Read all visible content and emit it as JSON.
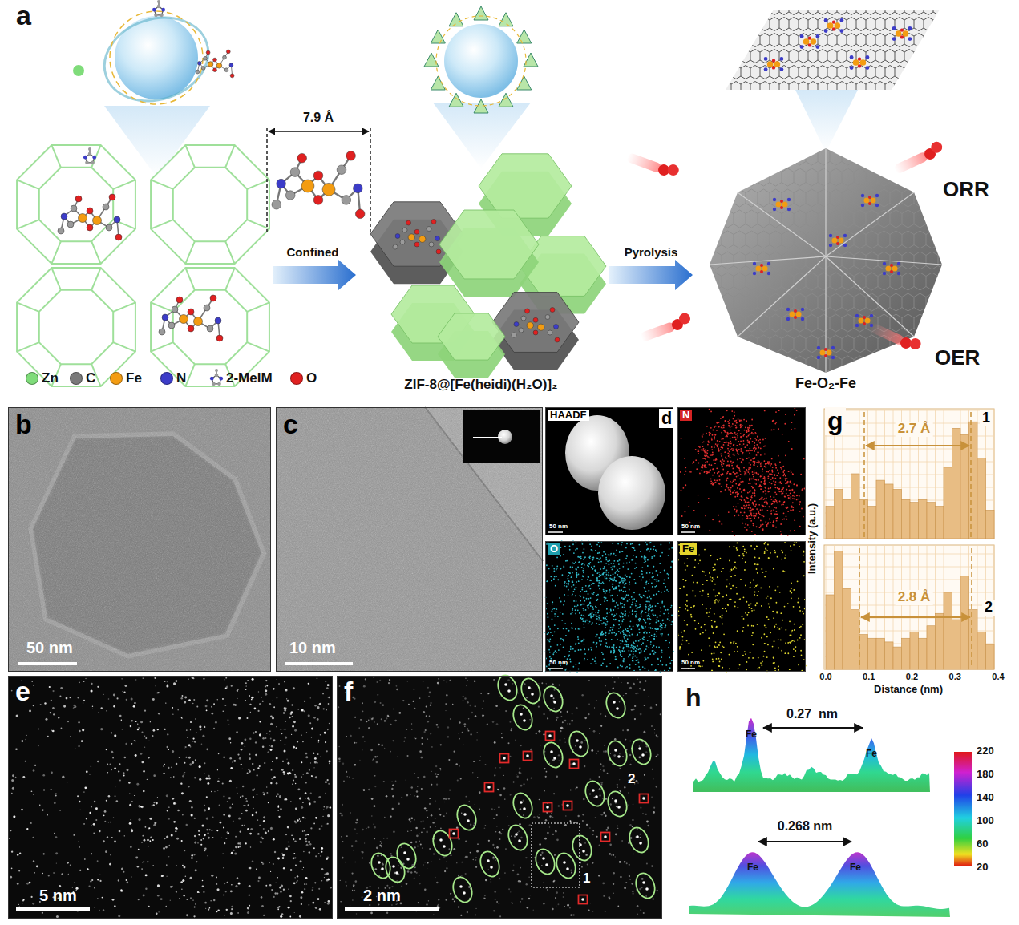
{
  "diagram": {
    "nodes": [
      {
        "text": [
          "b",
          "50 nm"
        ]
      },
      {
        "text": [
          "c",
          "10 nm"
        ]
      },
      {
        "text": [
          "HAADF",
          "d",
          "50 nm"
        ]
      },
      {
        "text": [
          "N",
          "50 nm"
        ]
      },
      {
        "text": [
          "O",
          "50 nm"
        ]
      },
      {
        "text": [
          "Fe",
          "50 nm"
        ]
      },
      {
        "text": [
          "e",
          "5 nm"
        ]
      },
      {
        "text": [
          "f",
          "2 nm",
          "2",
          "1"
        ]
      },
      {
        "text": [
          "g",
          "2.7 Å",
          "1"
        ]
      },
      {
        "text": [
          "2.8 Å",
          "2"
        ]
      }
    ],
    "labels": [
      "a",
      "7.9 Å",
      "Confined",
      "Pyrolysis",
      "ORR",
      "OER",
      "ZIF-8@[Fe(heidi)(H₂O)]₂",
      "Fe-O₂-Fe",
      "Intensity (a.u.)",
      "Distance (nm)",
      "0.0",
      "0.1",
      "0.2",
      "0.3",
      "0.4",
      "h",
      "0.27  nm",
      "0.268 nm",
      "Fe",
      "Fe",
      "Fe",
      "Fe",
      "220",
      "180",
      "140",
      "100",
      "60",
      "20"
    ],
    "legend": [
      {
        "text": "Zn",
        "color": "#7fdc7a"
      },
      {
        "text": "C",
        "color": "#7a7a7a"
      },
      {
        "text": "Fe",
        "color": "#f39c12"
      },
      {
        "text": "N",
        "color": "#3c3cc8"
      },
      {
        "text": "2-MeIM"
      },
      {
        "text": "O",
        "color": "#e02020"
      }
    ]
  }
}
